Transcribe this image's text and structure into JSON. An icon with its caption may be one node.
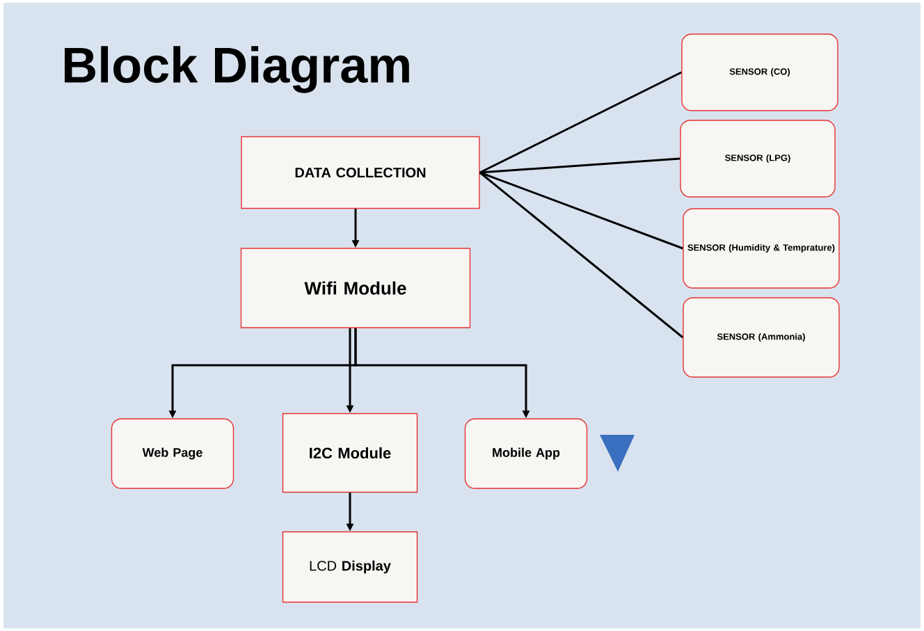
{
  "diagram": {
    "title": "Block Diagram",
    "nodes": [
      {
        "text": [
          "DATA COLLECTION"
        ]
      },
      {
        "text": [
          "Wifi Module"
        ]
      },
      {
        "text": [
          "SENSOR (CO)"
        ]
      },
      {
        "text": [
          "SENSOR (LPG)"
        ]
      },
      {
        "text": [
          "SENSOR (Humidity & Temprature)"
        ]
      },
      {
        "text": [
          "SENSOR (Ammonia)"
        ]
      },
      {
        "text": [
          "Web Page"
        ]
      },
      {
        "text": [
          "I2C Module"
        ]
      },
      {
        "text": [
          "Mobile App"
        ]
      },
      {
        "text": [
          "LCD **Display**"
        ]
      }
    ],
    "edges": [
      {
        "from": 0,
        "to": 1,
        "arrow": "to"
      },
      {
        "from": 0,
        "to": 2,
        "arrow": "none"
      },
      {
        "from": 0,
        "to": 3,
        "arrow": "none"
      },
      {
        "from": 0,
        "to": 4,
        "arrow": "none"
      },
      {
        "from": 0,
        "to": 5,
        "arrow": "none"
      },
      {
        "from": 1,
        "to": 6,
        "arrow": "to"
      },
      {
        "from": 1,
        "to": 7,
        "arrow": "to"
      },
      {
        "from": 1,
        "to": 8,
        "arrow": "to"
      },
      {
        "from": 7,
        "to": 9,
        "arrow": "to"
      }
    ]
  }
}
